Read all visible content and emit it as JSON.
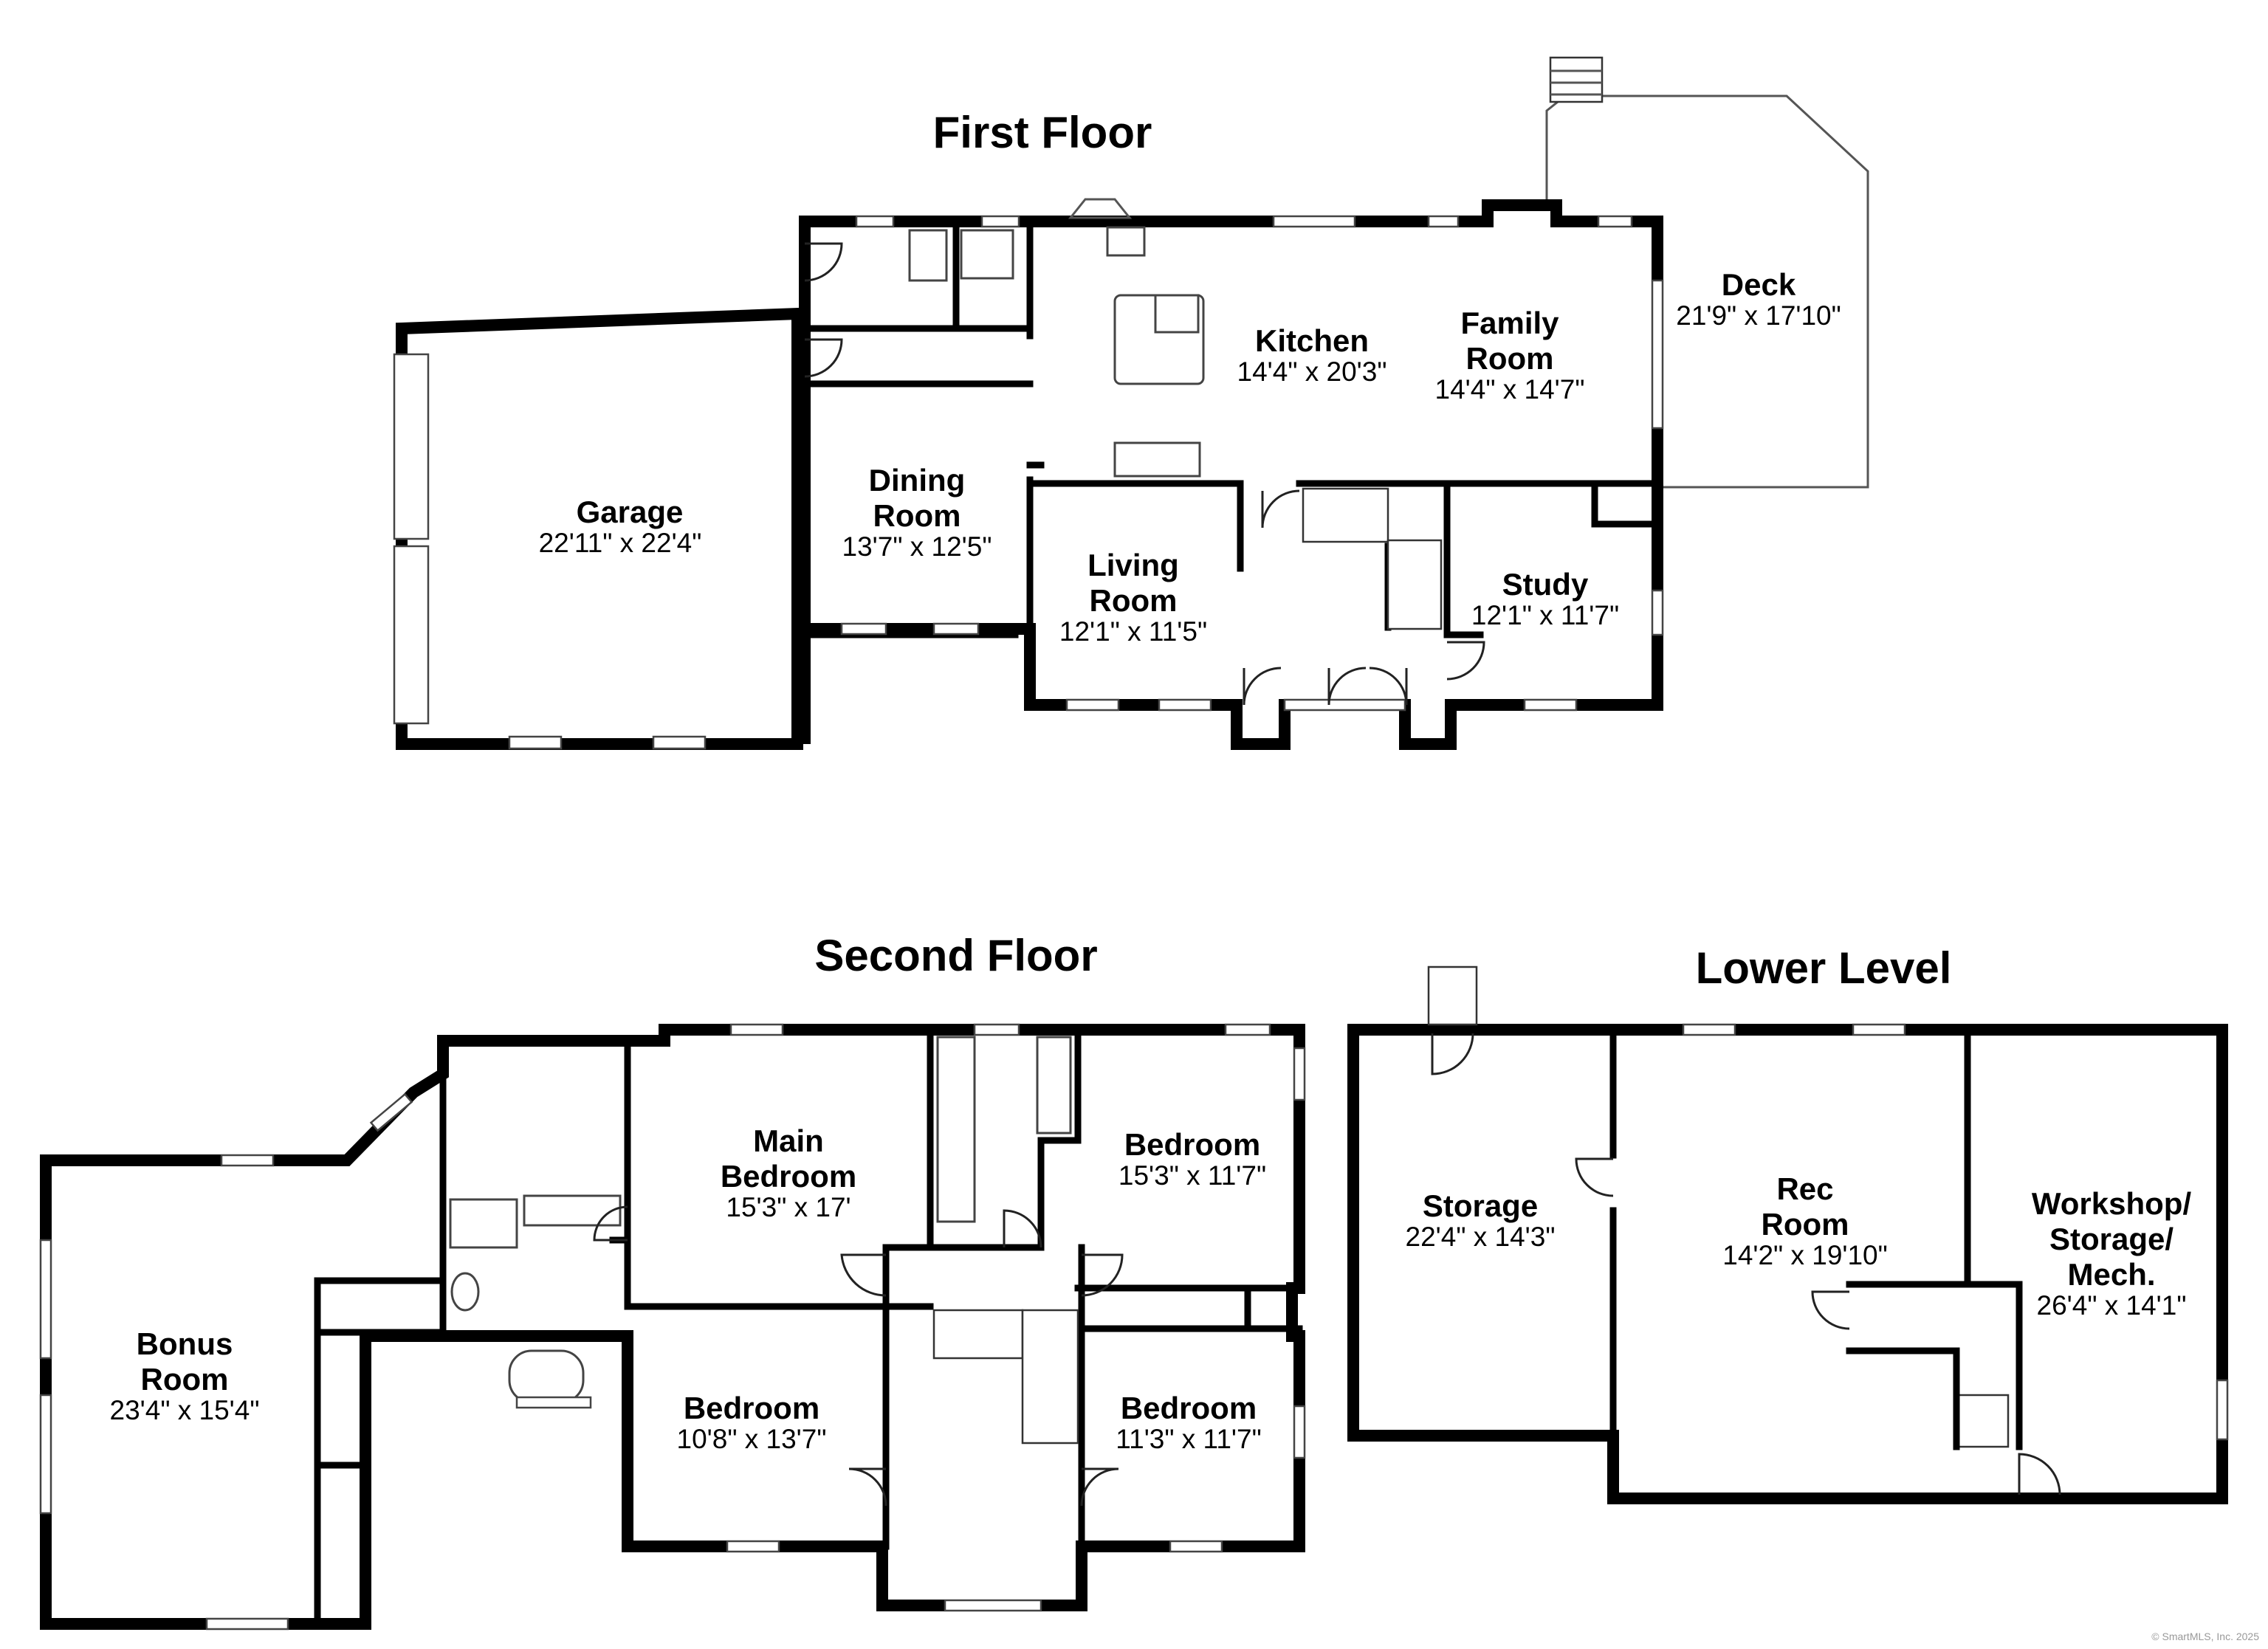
{
  "floors": {
    "first": {
      "title": "First Floor",
      "rooms": [
        {
          "id": "garage",
          "name": [
            "Garage"
          ],
          "dims": "22'11\" x 22'4\""
        },
        {
          "id": "dining",
          "name": [
            "Dining",
            "Room"
          ],
          "dims": "13'7\" x 12'5\""
        },
        {
          "id": "kitchen",
          "name": [
            "Kitchen"
          ],
          "dims": "14'4\" x 20'3\""
        },
        {
          "id": "family",
          "name": [
            "Family",
            "Room"
          ],
          "dims": "14'4\" x 14'7\""
        },
        {
          "id": "deck",
          "name": [
            "Deck"
          ],
          "dims": "21'9\" x 17'10\""
        },
        {
          "id": "living",
          "name": [
            "Living",
            "Room"
          ],
          "dims": "12'1\" x 11'5\""
        },
        {
          "id": "study",
          "name": [
            "Study"
          ],
          "dims": "12'1\" x 11'7\""
        }
      ]
    },
    "second": {
      "title": "Second Floor",
      "rooms": [
        {
          "id": "bonus",
          "name": [
            "Bonus",
            "Room"
          ],
          "dims": "23'4\" x 15'4\""
        },
        {
          "id": "main-bedroom",
          "name": [
            "Main",
            "Bedroom"
          ],
          "dims": "15'3\" x 17'"
        },
        {
          "id": "bedroom-ne",
          "name": [
            "Bedroom"
          ],
          "dims": "15'3\" x 11'7\""
        },
        {
          "id": "bedroom-sw",
          "name": [
            "Bedroom"
          ],
          "dims": "10'8\" x 13'7\""
        },
        {
          "id": "bedroom-se",
          "name": [
            "Bedroom"
          ],
          "dims": "11'3\" x 11'7\""
        }
      ]
    },
    "lower": {
      "title": "Lower Level",
      "rooms": [
        {
          "id": "storage",
          "name": [
            "Storage"
          ],
          "dims": "22'4\" x 14'3\""
        },
        {
          "id": "rec",
          "name": [
            "Rec",
            "Room"
          ],
          "dims": "14'2\" x 19'10\""
        },
        {
          "id": "workshop",
          "name": [
            "Workshop/",
            "Storage/",
            "Mech."
          ],
          "dims": "26'4\" x 14'1\""
        }
      ]
    }
  },
  "credit": "© SmartMLS, Inc. 2025"
}
